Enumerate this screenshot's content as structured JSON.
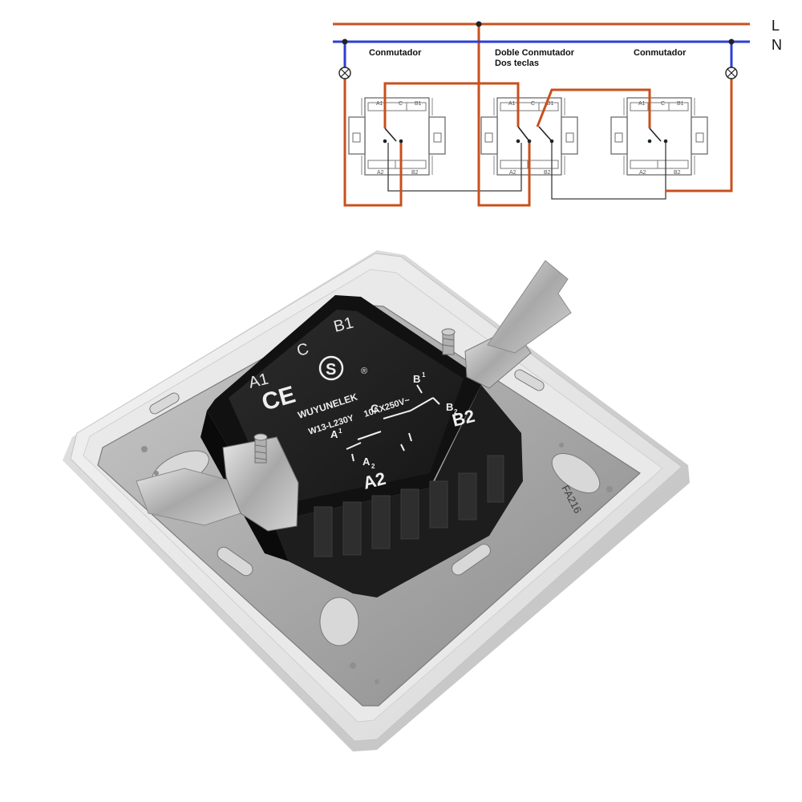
{
  "diagram": {
    "lines": {
      "line": "L",
      "neutral": "N"
    },
    "switches": [
      {
        "title": "Conmutador",
        "terminals": [
          "A1",
          "C",
          "B1",
          "A2",
          "B2"
        ]
      },
      {
        "title": "Doble Conmutador",
        "subtitle": "Dos teclas",
        "terminals": [
          "A1",
          "C",
          "B1",
          "A2",
          "B2"
        ]
      },
      {
        "title": "Conmutador",
        "terminals": [
          "A1",
          "C",
          "B1",
          "A2",
          "B2"
        ]
      }
    ],
    "colors": {
      "live": "#c8501e",
      "neutral": "#2b3fd6",
      "bridge": "#3a3a3a"
    }
  },
  "product": {
    "top_labels": {
      "a1": "A1",
      "c": "C",
      "b1": "B1"
    },
    "model": "W13-L230Y",
    "rating": "10AX250V~",
    "brand": "WUYUNELEK",
    "certification": "CE",
    "safety_mark": "S",
    "registered_mark": "®",
    "schematic_labels": {
      "b1": "B",
      "b1_sub": "1",
      "c": "C",
      "b2": "B",
      "b2_sub": "2",
      "a1": "A",
      "a1_sub": "1",
      "a2": "A",
      "a2_sub": "2"
    },
    "side_labels": {
      "b2": "B2",
      "a2": "A2"
    },
    "frame_code": "FA216"
  }
}
